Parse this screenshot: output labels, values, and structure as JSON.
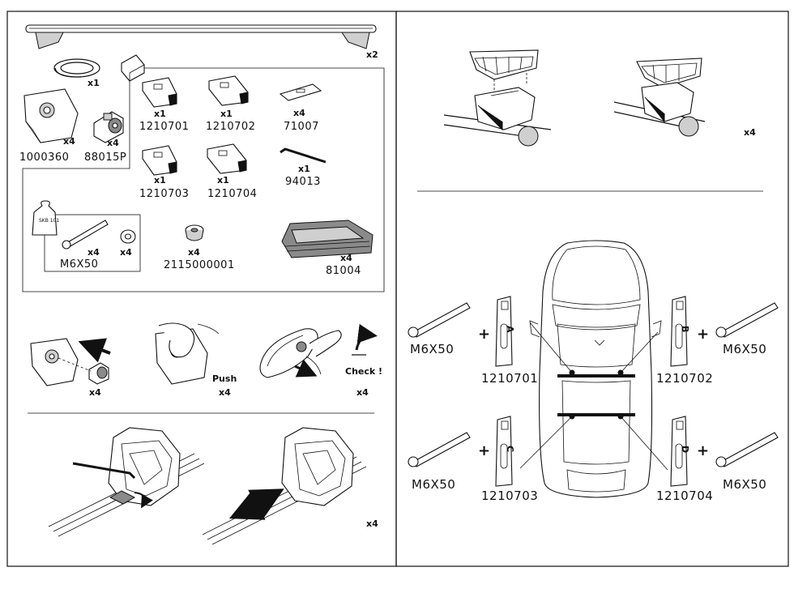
{
  "parts": {
    "bar_qty": "x2",
    "rubber_strip_qty": "x1",
    "cover": {
      "qty": "x4",
      "code": "1000360"
    },
    "lock": {
      "qty": "x4",
      "code": "88015P"
    },
    "pad_a": {
      "qty": "x1",
      "code": "1210701"
    },
    "pad_b": {
      "qty": "x1",
      "code": "1210702"
    },
    "pad_c": {
      "qty": "x1",
      "code": "1210703"
    },
    "pad_d": {
      "qty": "x1",
      "code": "1210704"
    },
    "plate": {
      "qty": "x4",
      "code": "71007"
    },
    "allen_key": {
      "qty": "x1",
      "code": "94013"
    },
    "bag_label": "SKB 101",
    "bolt": {
      "qty": "x4",
      "code": "M6X50"
    },
    "washer": {
      "qty": "x4"
    },
    "cap": {
      "qty": "x4",
      "code": "2115000001"
    },
    "foot_pad": {
      "qty": "x4",
      "code": "81004"
    }
  },
  "steps": {
    "cover_qty": "x4",
    "push_label": "Push",
    "push_qty": "x4",
    "check_label": "Check !",
    "check_qty": "x4",
    "adjust_qty": "x4",
    "basket_qty": "x4"
  },
  "placement": {
    "plus": "+",
    "front_left": {
      "bolt": "M6X50",
      "pad": "1210701",
      "letter": "A"
    },
    "front_right": {
      "bolt": "M6X50",
      "pad": "1210702",
      "letter": "B"
    },
    "rear_left": {
      "bolt": "M6X50",
      "pad": "1210703",
      "letter": "C"
    },
    "rear_right": {
      "bolt": "M6X50",
      "pad": "1210704",
      "letter": "D"
    }
  }
}
